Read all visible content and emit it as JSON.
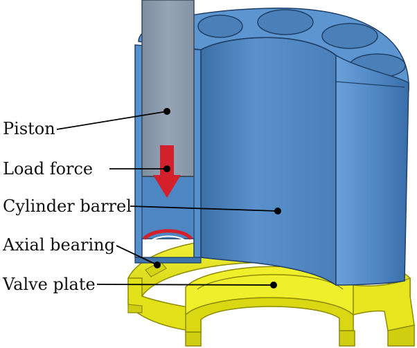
{
  "labels": {
    "piston": "Piston",
    "load_force": "Load force",
    "cylinder_barrel": "Cylinder barrel",
    "axial_bearing": "Axial bearing",
    "valve_plate": "Valve plate"
  },
  "colors": {
    "barrel": "#5b93cf",
    "barrel_dark": "#3f74ad",
    "barrel_light": "#86b4e2",
    "piston": "#8a9aab",
    "valve_plate": "#e9e81e",
    "valve_plate_dark": "#b9b80a",
    "arrow": "#d4202a",
    "leader": "#000000"
  }
}
